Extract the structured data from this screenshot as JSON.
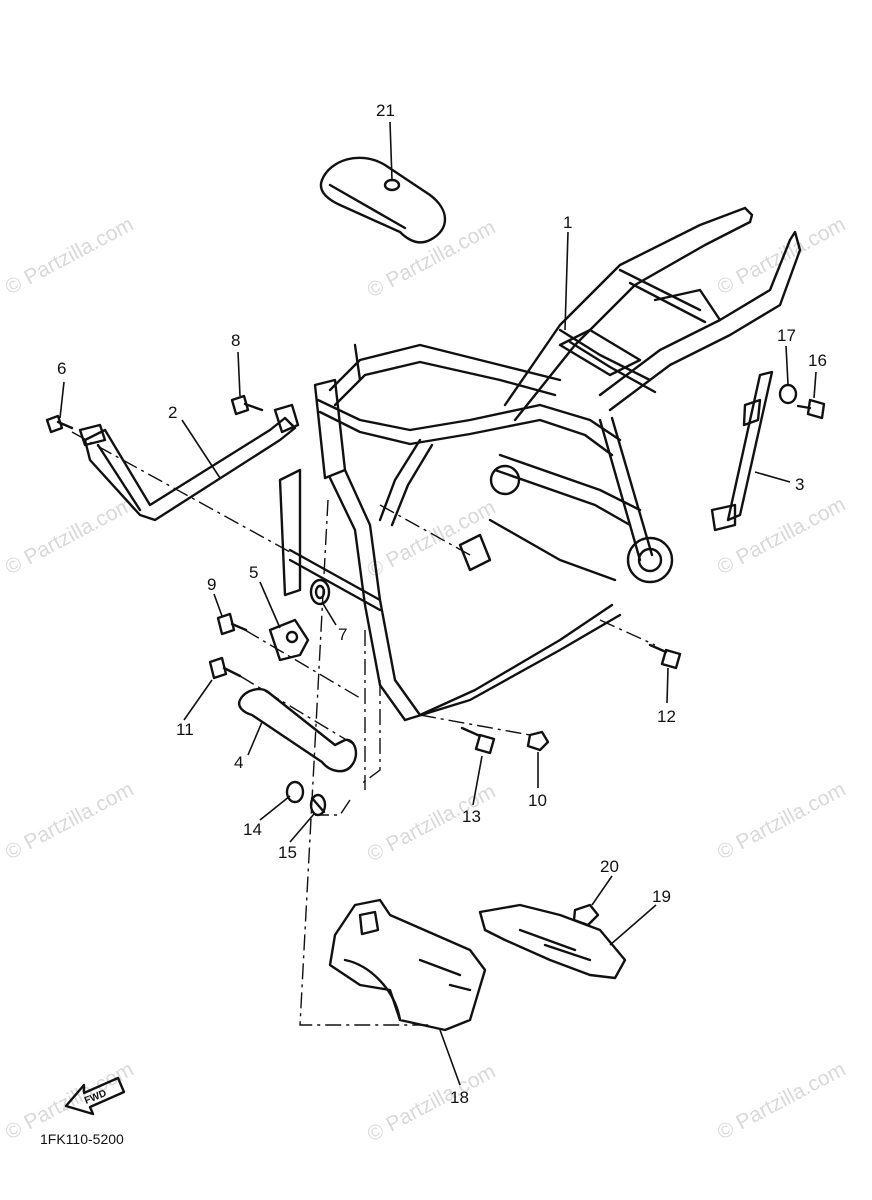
{
  "diagram": {
    "watermark_text": "© Partzilla.com",
    "drawing_code": "1FK110-5200",
    "fwd_label": "FWD",
    "callouts": [
      {
        "id": "c1",
        "label": "1"
      },
      {
        "id": "c2",
        "label": "2"
      },
      {
        "id": "c3",
        "label": "3"
      },
      {
        "id": "c4",
        "label": "4"
      },
      {
        "id": "c5",
        "label": "5"
      },
      {
        "id": "c6",
        "label": "6"
      },
      {
        "id": "c7",
        "label": "7"
      },
      {
        "id": "c8",
        "label": "8"
      },
      {
        "id": "c9",
        "label": "9"
      },
      {
        "id": "c10",
        "label": "10"
      },
      {
        "id": "c11",
        "label": "11"
      },
      {
        "id": "c12",
        "label": "12"
      },
      {
        "id": "c13",
        "label": "13"
      },
      {
        "id": "c14",
        "label": "14"
      },
      {
        "id": "c15",
        "label": "15"
      },
      {
        "id": "c16",
        "label": "16"
      },
      {
        "id": "c17",
        "label": "17"
      },
      {
        "id": "c18",
        "label": "18"
      },
      {
        "id": "c19",
        "label": "19"
      },
      {
        "id": "c20",
        "label": "20"
      },
      {
        "id": "c21",
        "label": "21"
      }
    ]
  }
}
